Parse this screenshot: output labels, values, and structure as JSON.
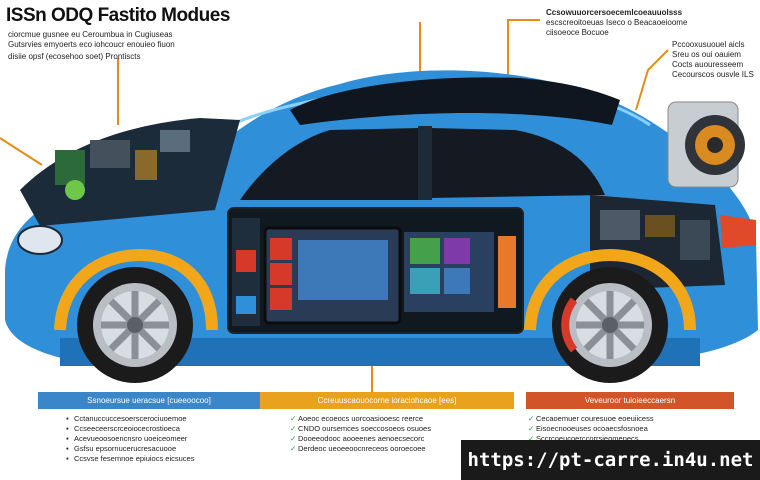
{
  "header": {
    "title": "ISSn ODQ Fastito Modues",
    "lines": [
      "ciorcmue gusnee eu Ceroumbua in Cugiuseas",
      "Gutsrvies emyoerts eco iohcoucr enouieo fiuon",
      "disiie opsf (ecosehoo soet) Prontiscts"
    ]
  },
  "callouts": {
    "top_right": [
      "Ccsowuuorcersoecemlcoeauuolsss",
      "escscreoitoeuas Iseco o Beacaoeioome",
      "ciisoeoce Bocuoe"
    ],
    "side_right": [
      "Pccooxusuouel aicls",
      "Sreu os oui oauiem",
      "Cocts auouresseem",
      "Cecourscos ousvle ILS"
    ]
  },
  "panels": [
    {
      "label": "Ssnoeursue ueracsue [cueeoocoo]",
      "items": [
        "Cctanuccuccesoerscerociuoemoe",
        "Ccseeceerscrceoiocecrostioeca",
        "Acevueoosoencnsro uoeiceomeer",
        "Gsfsu epsornucerucresacuooe",
        "Ccsvse fesemnoe epiuiocs eicsuces"
      ]
    },
    {
      "label": "Ccreuuscaouocorne ioraciohcaoe [ees]",
      "items": [
        "Aoeoc ecoeocs uorcoasiooesc reerce",
        "CNDO oursemces soeccosoeos osuoes",
        "Dooeeodooc aooeenes aenoecsecorc",
        "Derdeoc ueoeeoocnreceos ooroecoee"
      ]
    },
    {
      "label": "Veveuroor tuioieeccaersn",
      "items": [
        "Cecaoemuer couresuoe eoeuiicess",
        "Eisoecnooeuses ocoaecsfosnoea",
        "Sccrcoeucoerccorrsieomenecs"
      ]
    }
  ],
  "icons": {
    "bullet": "square-bullet",
    "check": "check-mark"
  },
  "colors": {
    "car_body": "#2f8fd8",
    "wheel_arch": "#f2a71b",
    "leader_line": "#e58c1a",
    "panel_blue": "#3a86c8",
    "panel_orange": "#e8a21e",
    "panel_red": "#d2552a"
  },
  "watermark": "https://pt-carre.in4u.net"
}
